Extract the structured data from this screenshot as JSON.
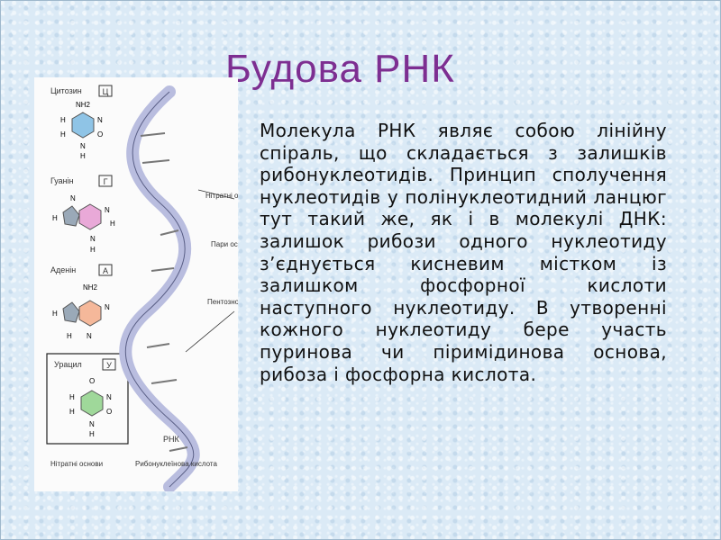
{
  "title": "Будова РНК",
  "body_text": "Молекула РНК являє собою лінійну спіраль, що складається з залишків рибонуклеотидів. Принцип сполучення нуклеотидів у полінуклеотидний ланцюг тут такий же, як і в молекулі ДНК: залишок рибози одного нуклеотиду з’єднується кисневим містком із залишком фосфорної кислоти наступного нуклеотиду. В утворенні кожного нуклеотиду бере участь пуринова чи піримідинова основа, рибоза і фосфорна кислота.",
  "figure": {
    "bases": [
      {
        "name": "Цитозин",
        "letter": "Ц",
        "color": "#8fc4e6"
      },
      {
        "name": "Гуанін",
        "letter": "Г",
        "color": "#e9a9d8"
      },
      {
        "name": "Аденін",
        "letter": "А",
        "color": "#f5b89a"
      },
      {
        "name": "Урацил",
        "letter": "У",
        "color": "#9fd89a"
      }
    ],
    "purine_color": "#9aa9b8",
    "atoms": {
      "h": "H",
      "n": "N",
      "o": "O",
      "nh2": "NH2"
    },
    "helix_labels": {
      "nitrogen_bases": "Нітратні основи",
      "base_pairs": "Пари основ",
      "backbone": "Пентозно-ортофосфорний скелет",
      "rna": "РНК"
    },
    "captions": {
      "left": "Нітратні основи",
      "right": "Рибонуклеїнова кислота"
    },
    "helix_color": "#b9bddf",
    "helix_stroke": "#5a5f86"
  }
}
